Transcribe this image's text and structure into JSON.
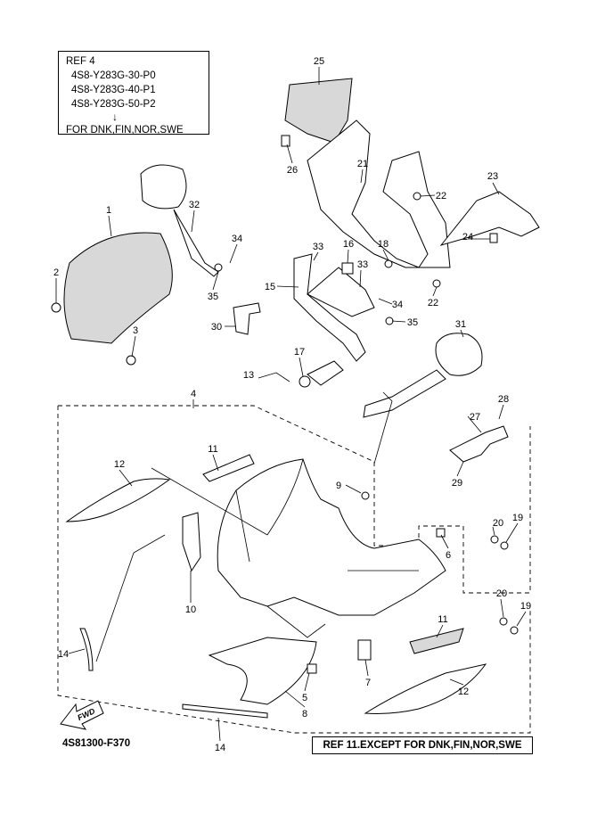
{
  "ref4_box": {
    "title": "REF 4",
    "part_numbers": [
      "4S8-Y283G-30-P0",
      "4S8-Y283G-40-P1",
      "4S8-Y283G-50-P2"
    ],
    "arrow": "↓",
    "note": "FOR DNK,FIN,NOR,SWE"
  },
  "ref11_box": "REF 11.EXCEPT FOR DNK,FIN,NOR,SWE",
  "diagram_code": "4S81300-F370",
  "fwd_label": "FWD",
  "callouts": [
    "25",
    "26",
    "21",
    "23",
    "22",
    "32",
    "1",
    "34",
    "24",
    "33",
    "16",
    "18",
    "2",
    "33",
    "15",
    "22",
    "34",
    "35",
    "30",
    "35",
    "3",
    "31",
    "17",
    "13",
    "4",
    "28",
    "27",
    "11",
    "12",
    "29",
    "9",
    "20",
    "19",
    "6",
    "10",
    "20",
    "19",
    "11",
    "14",
    "7",
    "5",
    "12",
    "8",
    "14"
  ]
}
